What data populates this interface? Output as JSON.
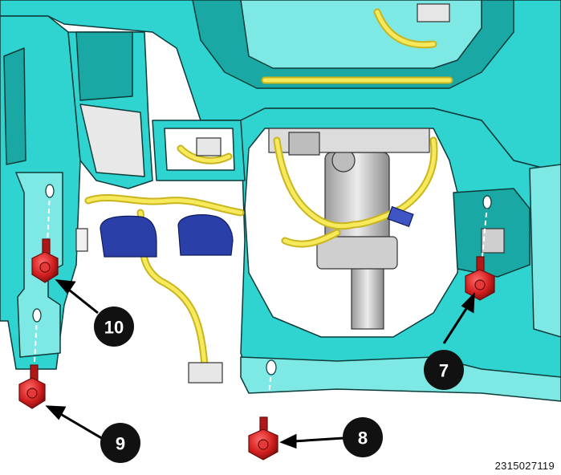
{
  "figure": {
    "reference_number": "2315027119",
    "callouts": [
      {
        "id": "7",
        "label": "7"
      },
      {
        "id": "8",
        "label": "8"
      },
      {
        "id": "9",
        "label": "9"
      },
      {
        "id": "10",
        "label": "10"
      }
    ],
    "colors": {
      "panel": "#2fd3cf",
      "panel_dark": "#1aa8a4",
      "panel_light": "#7ee9e4",
      "outline": "#0d3b3a",
      "harness": "#f0e04a",
      "connector": "#2b3fa8",
      "bolt": "#d42020",
      "callout_bg": "#111111",
      "gray_part": "#d9d9d9"
    }
  }
}
